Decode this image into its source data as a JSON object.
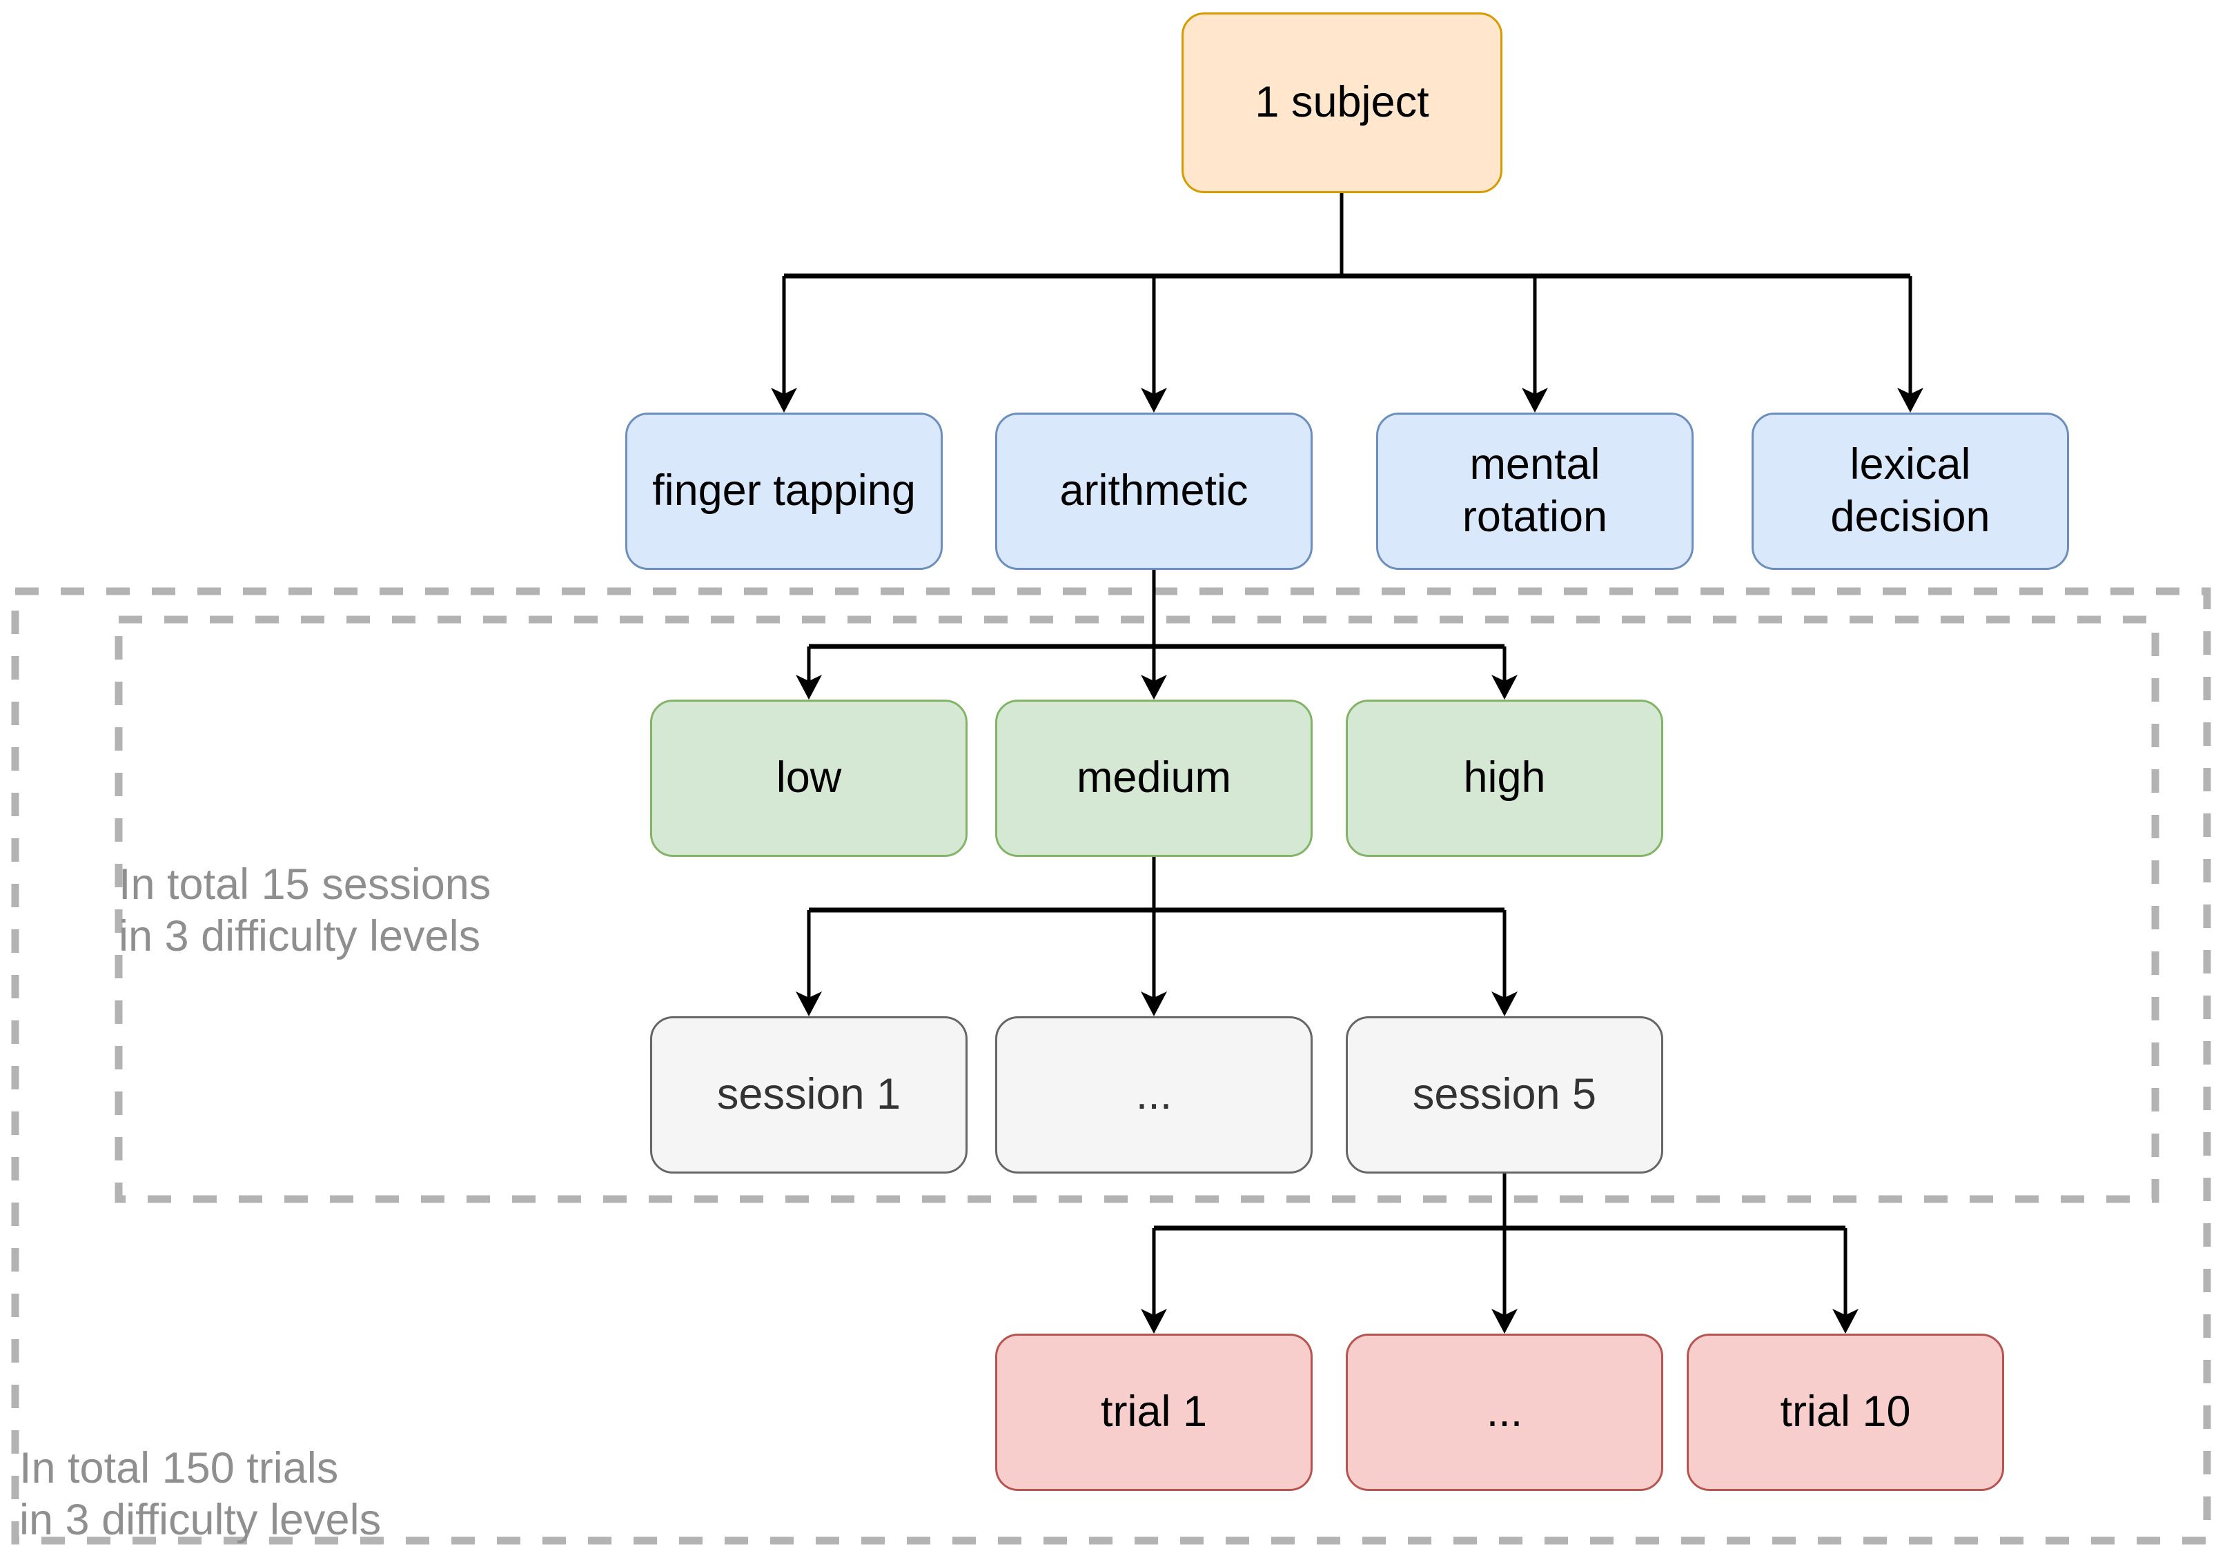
{
  "diagram": {
    "root": {
      "label": "1 subject"
    },
    "tasks": [
      {
        "label": "finger tapping"
      },
      {
        "label": "arithmetic"
      },
      {
        "label": "mental rotation"
      },
      {
        "label": "lexical decision"
      }
    ],
    "difficulties": [
      {
        "label": "low"
      },
      {
        "label": "medium"
      },
      {
        "label": "high"
      }
    ],
    "sessions": [
      {
        "label": "session 1"
      },
      {
        "label": "..."
      },
      {
        "label": "session 5"
      }
    ],
    "trials": [
      {
        "label": "trial 1"
      },
      {
        "label": "..."
      },
      {
        "label": "trial 10"
      }
    ],
    "annotations": {
      "sessions_note": {
        "line1": "In total 15 sessions",
        "line2": "in 3 difficulty levels"
      },
      "trials_note": {
        "line1": "In total 150 trials",
        "line2": "in 3 difficulty levels"
      }
    },
    "colors": {
      "subject_fill": "#FFE6CC",
      "subject_stroke": "#D79B00",
      "task_fill": "#DAE8FC",
      "task_stroke": "#6C8EBF",
      "difficulty_fill": "#D5E8D4",
      "difficulty_stroke": "#82B366",
      "session_fill": "#F5F5F5",
      "session_stroke": "#666666",
      "session_text": "#333333",
      "trial_fill": "#F8CECC",
      "trial_stroke": "#B85450",
      "connector": "#000000",
      "dashed_border": "#B3B3B3",
      "annotation_text": "#8F8F8F"
    }
  }
}
